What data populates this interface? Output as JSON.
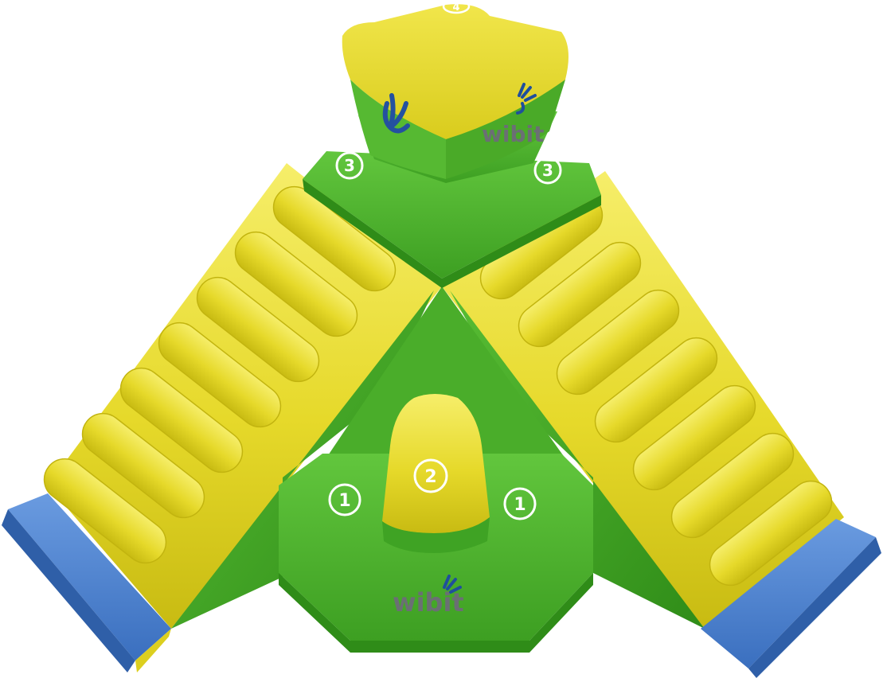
{
  "brand": {
    "logo_text": "wibit",
    "colors": {
      "green": "#4fb82e",
      "green_dark": "#3a9a20",
      "yellow": "#e8dc2a",
      "yellow_light": "#f3ea56",
      "blue": "#4f86cf",
      "navy": "#1f4f9c",
      "logo_gray": "#6b6f74"
    }
  },
  "markers": {
    "top": "4",
    "upper_left": "3",
    "upper_right": "3",
    "center_pad": "2",
    "lower_left": "1",
    "lower_right": "1"
  },
  "icons": [
    "frog-hand-icon",
    "wibit-logo"
  ]
}
